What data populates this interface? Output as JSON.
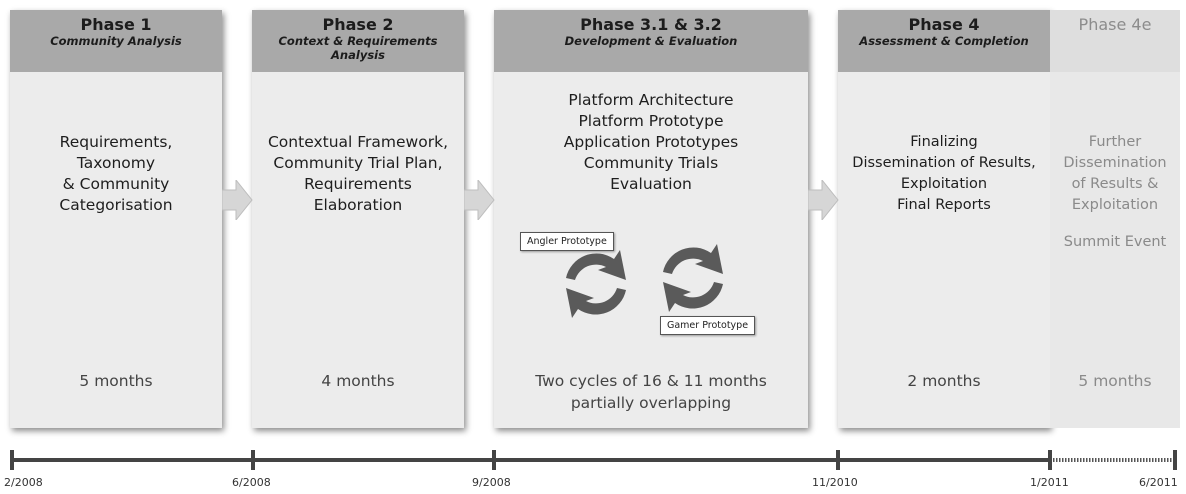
{
  "phases": [
    {
      "title": "Phase 1",
      "subtitle": "Community Analysis",
      "body": [
        "Requirements,",
        "Taxonomy",
        "& Community",
        "Categorisation"
      ],
      "duration": "5 months"
    },
    {
      "title": "Phase 2",
      "subtitle": "Context & Requirements Analysis",
      "body": [
        "Contextual Framework,",
        "Community Trial Plan,",
        "Requirements",
        "Elaboration"
      ],
      "duration": "4 months"
    },
    {
      "title": "Phase 3.1 & 3.2",
      "subtitle": "Development & Evaluation",
      "body": [
        "Platform Architecture",
        "Platform Prototype",
        "Application Prototypes",
        "Community Trials",
        "Evaluation"
      ],
      "duration": "Two cycles of 16 & 11 months partially overlapping"
    },
    {
      "title": "Phase 4",
      "subtitle": "Assessment & Completion",
      "body": [
        "Finalizing",
        "Dissemination of Results,",
        "Exploitation",
        "Final Reports"
      ],
      "duration": "2 months"
    },
    {
      "title": "Phase 4e",
      "subtitle": "",
      "body": [
        "Further",
        "Dissemination",
        "of Results &",
        "Exploitation"
      ],
      "extra": "Summit Event",
      "duration": "5 months"
    }
  ],
  "prototypes": {
    "angler": "Angler Prototype",
    "gamer": "Gamer Prototype"
  },
  "timeline": {
    "ticks": [
      "2/2008",
      "6/2008",
      "9/2008",
      "11/2010",
      "1/2011",
      "6/2011"
    ]
  },
  "colors": {
    "header": "#a9a9a9",
    "panel": "#ececec",
    "faded_header": "#dedede",
    "cycle": "#5a5a5a",
    "timeline": "#444444"
  }
}
